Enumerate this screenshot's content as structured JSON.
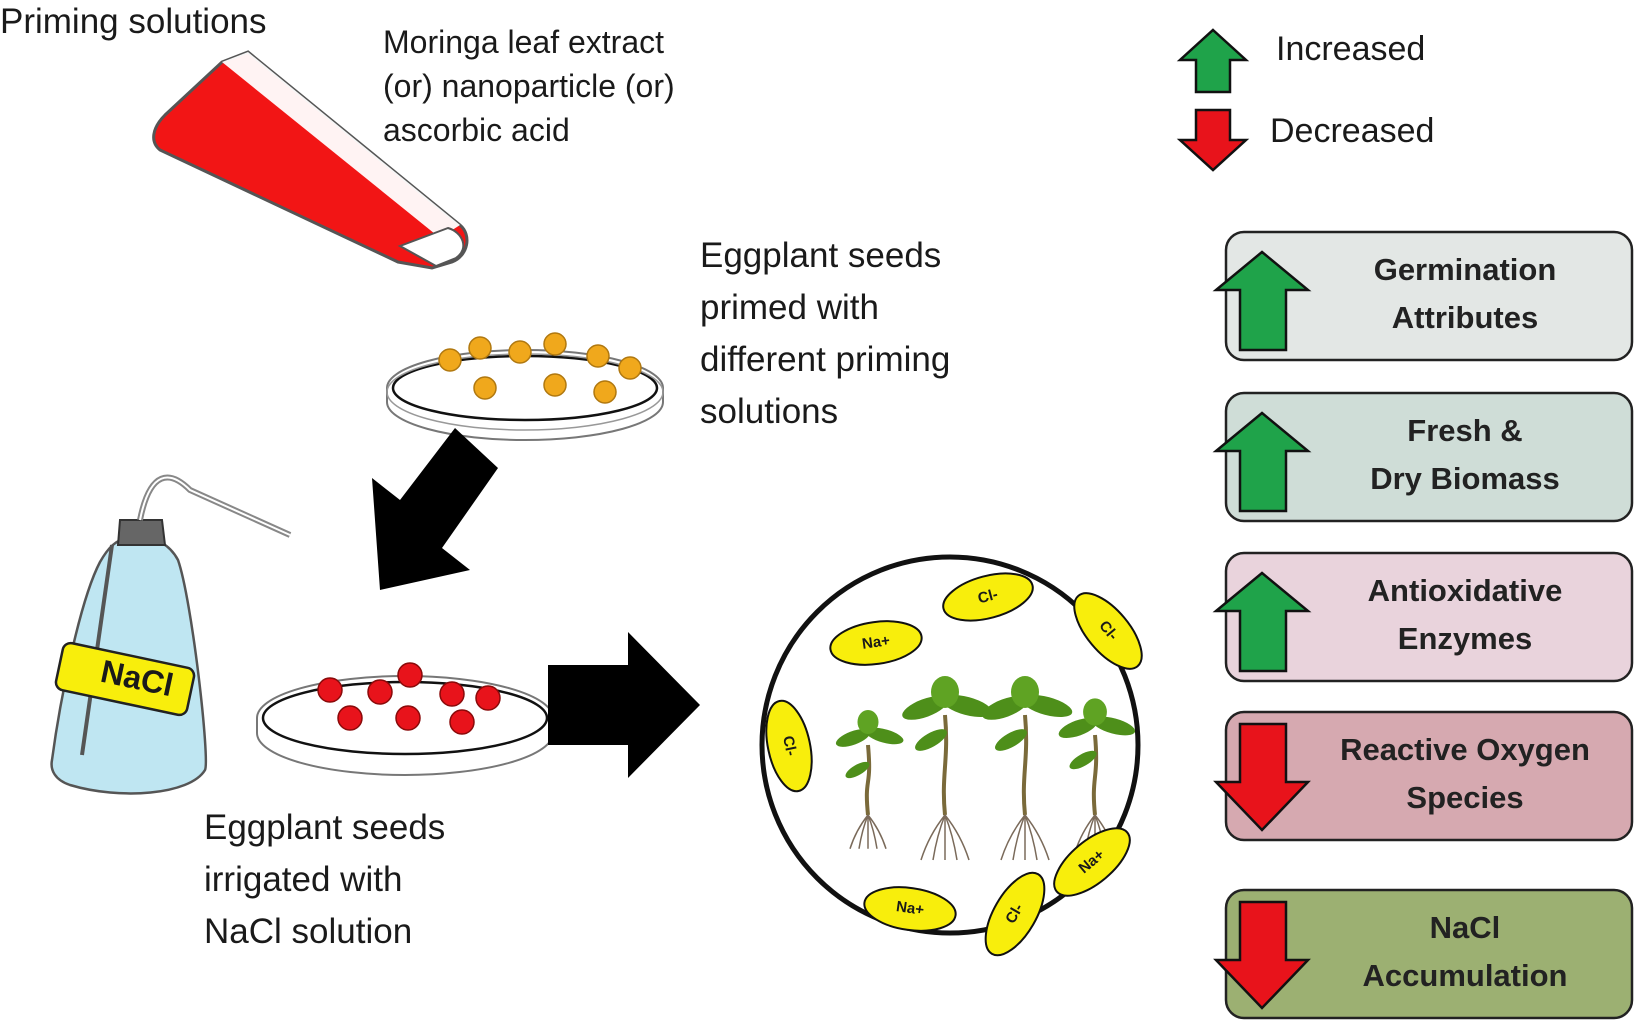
{
  "title": "Priming solutions",
  "priming_agents": [
    "Moringa leaf extract",
    "(or) nanoparticle (or)",
    "ascorbic acid"
  ],
  "seed_step_primed": [
    "Eggplant seeds",
    "primed with",
    "different priming",
    "solutions"
  ],
  "seed_step_irrigated": [
    "Eggplant seeds",
    "irrigated with",
    "NaCl solution"
  ],
  "bottle_label": "NaCl",
  "ions": {
    "na": "Na+",
    "cl": "Cl-"
  },
  "legend": {
    "increased": "Increased",
    "decreased": "Decreased"
  },
  "outcomes": [
    {
      "lines": [
        "Germination",
        "Attributes"
      ],
      "effect": "increased",
      "bg": "#e3e7e5"
    },
    {
      "lines": [
        "Fresh &",
        "Dry Biomass"
      ],
      "effect": "increased",
      "bg": "#cfddd7"
    },
    {
      "lines": [
        "Antioxidative",
        "Enzymes"
      ],
      "effect": "increased",
      "bg": "#e9d3dc"
    },
    {
      "lines": [
        "Reactive Oxygen",
        "Species"
      ],
      "effect": "decreased",
      "bg": "#d6a9b0"
    },
    {
      "lines": [
        "NaCl",
        "Accumulation"
      ],
      "effect": "decreased",
      "bg": "#9cb072"
    }
  ],
  "colors": {
    "up_arrow": "#1fa34a",
    "down_arrow": "#e8131b",
    "flask_liquid": "#f21515",
    "primed_seed": "#f0a81c",
    "irrigated_seed": "#e8131b",
    "ion_fill": "#f8ee0c",
    "bottle": "#bfe6f2",
    "leaf": "#4e8f1a"
  }
}
